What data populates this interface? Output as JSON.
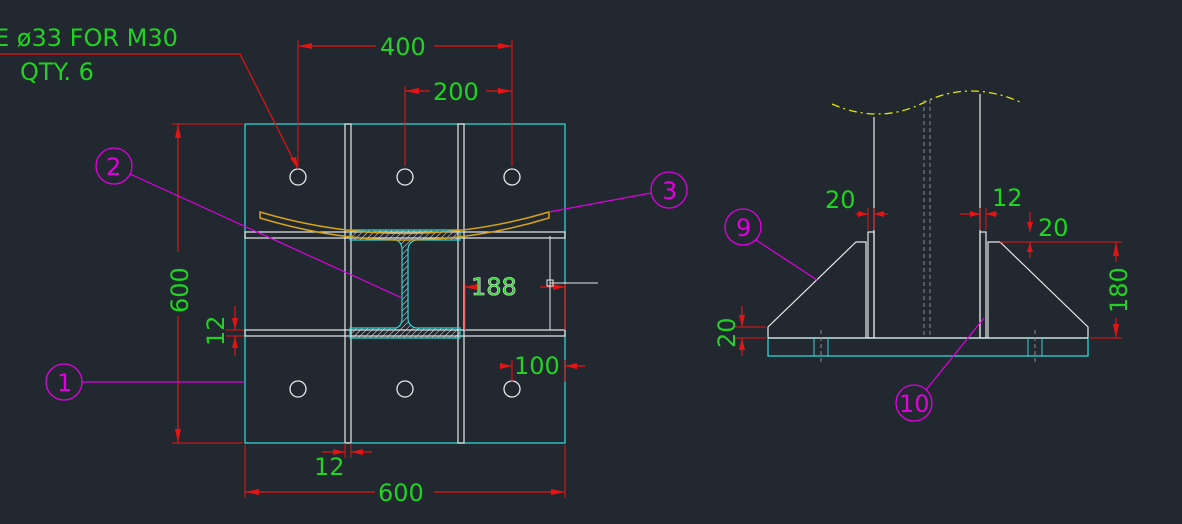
{
  "drawing": {
    "colors": {
      "background": "#212830",
      "plate": "#2fd3d3",
      "dimension": "#e51414",
      "dim_text": "#21d321",
      "balloon": "#e000e0",
      "member": "#e8e8e8",
      "stiffener": "#d6a21a",
      "centerline": "#e6e600",
      "hidden": "#8a8a8a"
    },
    "notes": {
      "hole_note_line1": "E ø33 FOR M30",
      "hole_note_line2": "QTY. 6"
    },
    "plan": {
      "dims": {
        "top_400": "400",
        "top_200": "200",
        "left_600": "600",
        "left_12": "12",
        "mid_188": "188",
        "right_100": "100",
        "bottom_12": "12",
        "bottom_600": "600"
      },
      "balloons": {
        "b1": "1",
        "b2": "2",
        "b3": "3"
      }
    },
    "elevation": {
      "dims": {
        "d20_left": "20",
        "d12_right": "12",
        "d20_right": "20",
        "d180": "180",
        "d20_base": "20"
      },
      "balloons": {
        "b9": "9",
        "b10": "10"
      }
    }
  }
}
